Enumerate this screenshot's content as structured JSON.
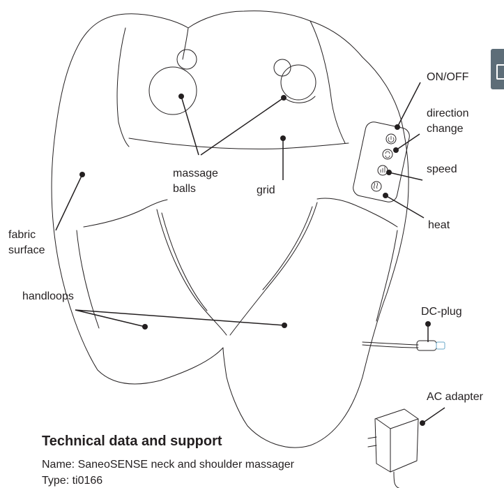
{
  "labels": {
    "on_off": "ON/OFF",
    "direction_line1": "direction",
    "direction_line2": "change",
    "speed": "speed",
    "heat": "heat",
    "massage_balls_line1": "massage",
    "massage_balls_line2": "balls",
    "grid": "grid",
    "fabric_line1": "fabric",
    "fabric_line2": "surface",
    "handloops": "handloops",
    "dc_plug": "DC-plug",
    "ac_adapter": "AC adapter"
  },
  "section": {
    "title": "Technical data and support",
    "name_line": "Name: SaneoSENSE neck and shoulder massager",
    "type_line": "Type: ti0166"
  },
  "colors": {
    "line": "#231f20",
    "tab": "#5d6d78",
    "plug_accent": "#6aa8c8"
  }
}
